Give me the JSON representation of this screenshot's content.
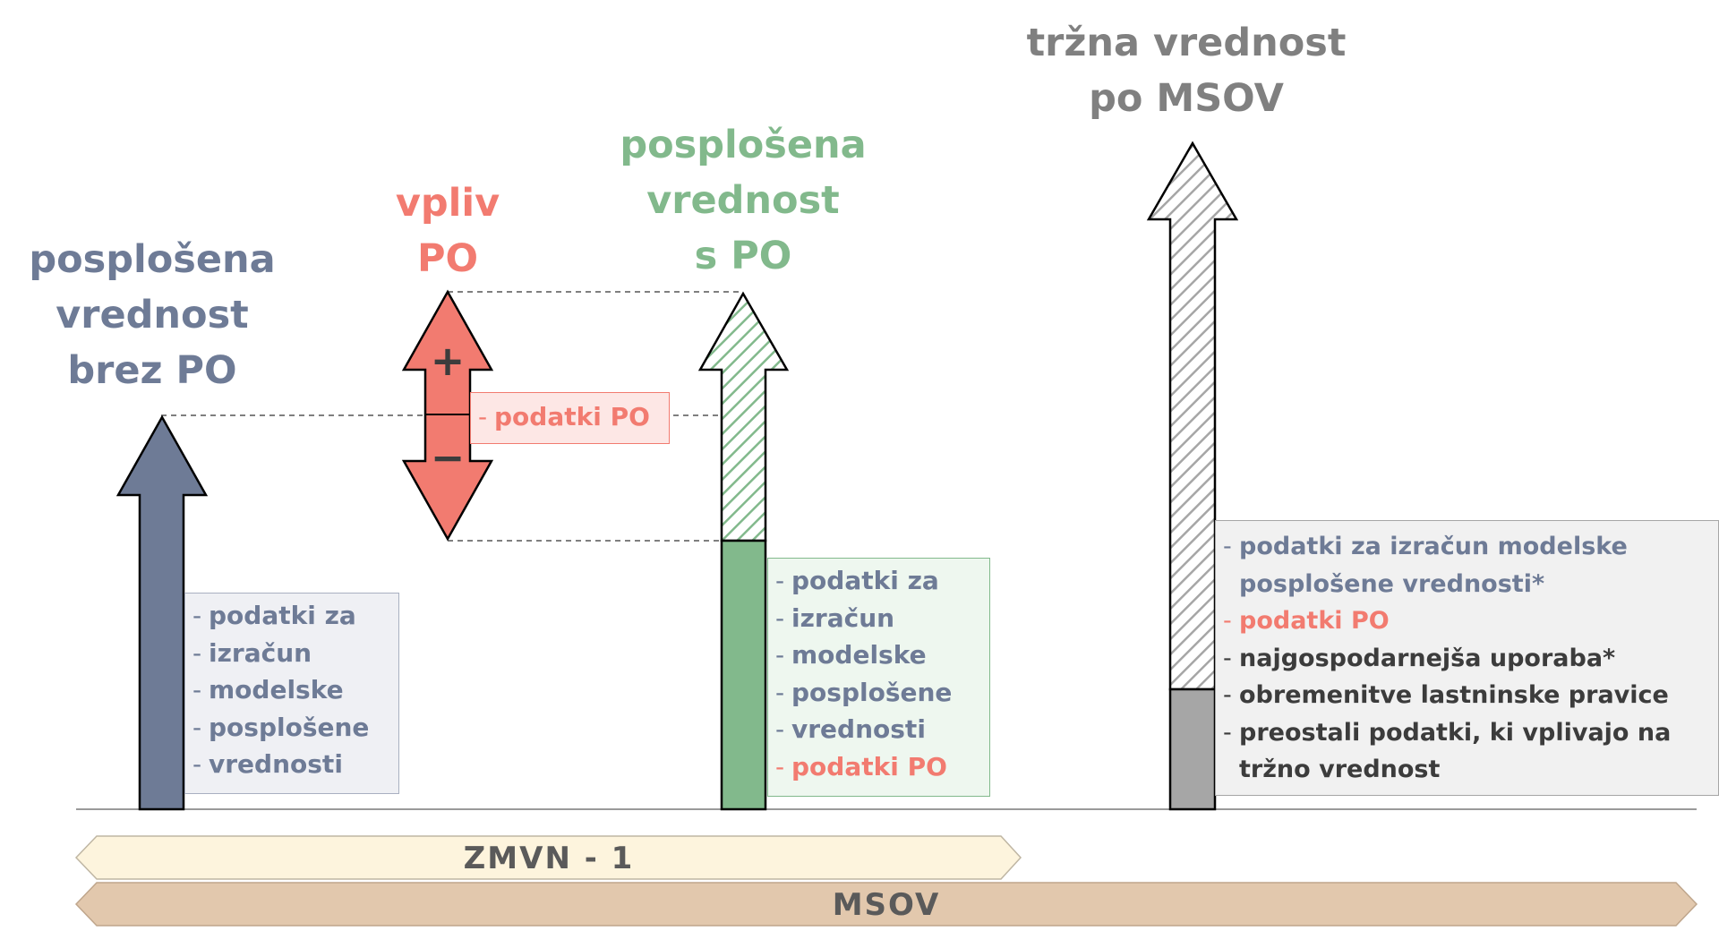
{
  "colors": {
    "blue_gray": "#6e7b96",
    "red": "#f27b70",
    "green": "#82b98c",
    "gray_text": "#808080",
    "gray_bar": "#a6a6a6",
    "dark_text": "#3c3c3c",
    "band_light": "#fdf4dd",
    "band_dark": "#e2c8ad"
  },
  "columns": {
    "brez_po": {
      "title_lines": [
        "posplošena",
        "vrednost",
        "brez PO"
      ],
      "box_items": [
        "podatki za",
        "izračun",
        "modelske",
        "posplošene",
        "vrednosti"
      ]
    },
    "vpliv_po": {
      "title_lines": [
        "vpliv",
        "PO"
      ],
      "plus_sign": "+",
      "minus_sign": "−",
      "box_items": [
        "podatki PO"
      ]
    },
    "s_po": {
      "title_lines": [
        "posplošena",
        "vrednost",
        "s PO"
      ],
      "box_items": [
        "podatki za",
        "izračun",
        "modelske",
        "posplošene",
        "vrednosti"
      ],
      "box_items_red": [
        "podatki PO"
      ]
    },
    "trzna": {
      "title_lines": [
        "tržna vrednost",
        "po MSOV"
      ],
      "box_items": [
        {
          "text": "podatki za izračun modelske",
          "tone": "blue"
        },
        {
          "text": "posplošene vrednosti*",
          "tone": "blue",
          "continuation": true
        },
        {
          "text": "podatki PO",
          "tone": "red"
        },
        {
          "text": "najgospodarnejša uporaba*",
          "tone": "dark"
        },
        {
          "text": "obremenitve lastninske pravice",
          "tone": "dark"
        },
        {
          "text": "preostali podatki, ki vplivajo na",
          "tone": "dark"
        },
        {
          "text": "tržno vrednost",
          "tone": "dark",
          "continuation": true
        }
      ]
    }
  },
  "bands": {
    "zmvn": "ZMVN - 1",
    "msov": "MSOV"
  }
}
